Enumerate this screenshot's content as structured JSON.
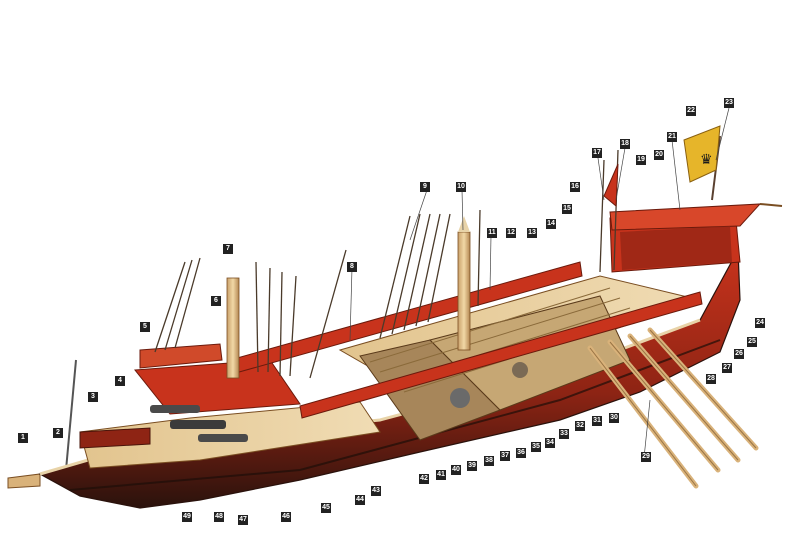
{
  "colors": {
    "label_bg": "#222222",
    "label_text": "#ffffff",
    "hull_red": "#b8301c",
    "hull_dark": "#3a1a12",
    "deck_wood": "#e8d3a8",
    "rail_red": "#c8331c",
    "oar_wood": "#d9b27a",
    "leader_line": "#444444"
  },
  "flag": {
    "emblem": "double-headed-eagle-icon"
  },
  "callouts": [
    {
      "id": "c1",
      "text": "1"
    },
    {
      "id": "c2",
      "text": "2"
    },
    {
      "id": "c3",
      "text": "3"
    },
    {
      "id": "c4",
      "text": "4"
    },
    {
      "id": "c5",
      "text": "5"
    },
    {
      "id": "c6",
      "text": "6"
    },
    {
      "id": "c7",
      "text": "7"
    },
    {
      "id": "c8",
      "text": "8"
    },
    {
      "id": "c9",
      "text": "9"
    },
    {
      "id": "c10",
      "text": "10"
    },
    {
      "id": "c11",
      "text": "11"
    },
    {
      "id": "c12",
      "text": "12"
    },
    {
      "id": "c13",
      "text": "13"
    },
    {
      "id": "c14",
      "text": "14"
    },
    {
      "id": "c15",
      "text": "15"
    },
    {
      "id": "c16",
      "text": "16"
    },
    {
      "id": "c17",
      "text": "17"
    },
    {
      "id": "c18",
      "text": "18"
    },
    {
      "id": "c19",
      "text": "19"
    },
    {
      "id": "c20",
      "text": "20"
    },
    {
      "id": "c21",
      "text": "21"
    },
    {
      "id": "c22",
      "text": "22"
    },
    {
      "id": "c23",
      "text": "23"
    },
    {
      "id": "c24",
      "text": "24"
    },
    {
      "id": "c25",
      "text": "25"
    },
    {
      "id": "c26",
      "text": "26"
    },
    {
      "id": "c27",
      "text": "27"
    },
    {
      "id": "c28",
      "text": "28"
    },
    {
      "id": "c29",
      "text": "29"
    },
    {
      "id": "c30",
      "text": "30"
    },
    {
      "id": "c31",
      "text": "31"
    },
    {
      "id": "c32",
      "text": "32"
    },
    {
      "id": "c33",
      "text": "33"
    },
    {
      "id": "c34",
      "text": "34"
    },
    {
      "id": "c35",
      "text": "35"
    },
    {
      "id": "c36",
      "text": "36"
    },
    {
      "id": "c37",
      "text": "37"
    },
    {
      "id": "c38",
      "text": "38"
    },
    {
      "id": "c39",
      "text": "39"
    },
    {
      "id": "c40",
      "text": "40"
    },
    {
      "id": "c41",
      "text": "41"
    },
    {
      "id": "c42",
      "text": "42"
    },
    {
      "id": "c43",
      "text": "43"
    },
    {
      "id": "c44",
      "text": "44"
    },
    {
      "id": "c45",
      "text": "45"
    },
    {
      "id": "c46",
      "text": "46"
    },
    {
      "id": "c47",
      "text": "47"
    },
    {
      "id": "c48",
      "text": "48"
    },
    {
      "id": "c49",
      "text": "49"
    }
  ]
}
